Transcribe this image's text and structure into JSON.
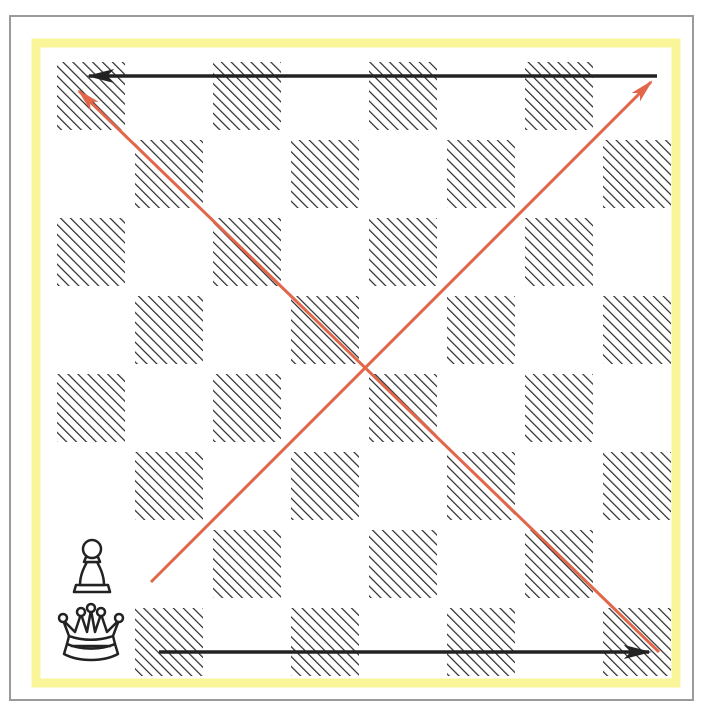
{
  "diagram": {
    "board": {
      "files": 8,
      "ranks": 8,
      "dark_square_style": "diagonal-hatch",
      "frame_color": "#fbf59a",
      "line_color": "#2a2a2a"
    },
    "pieces": [
      {
        "piece": "queen",
        "color": "white",
        "square": "a1",
        "icon": "white-queen-icon"
      },
      {
        "piece": "pawn",
        "color": "white",
        "square": "a2",
        "icon": "white-pawn-icon"
      }
    ],
    "arrows": [
      {
        "id": "rank-1-right",
        "from": "b1",
        "to": "h1",
        "color": "#222222"
      },
      {
        "id": "rank-8-left",
        "from": "h8",
        "to": "a8",
        "color": "#222222"
      },
      {
        "id": "diagonal-b2-h8",
        "from": "b2",
        "to": "h8",
        "color": "#e2664a"
      },
      {
        "id": "diagonal-h1-a8",
        "from": "h1",
        "to": "a8",
        "color": "#e2664a"
      }
    ]
  }
}
